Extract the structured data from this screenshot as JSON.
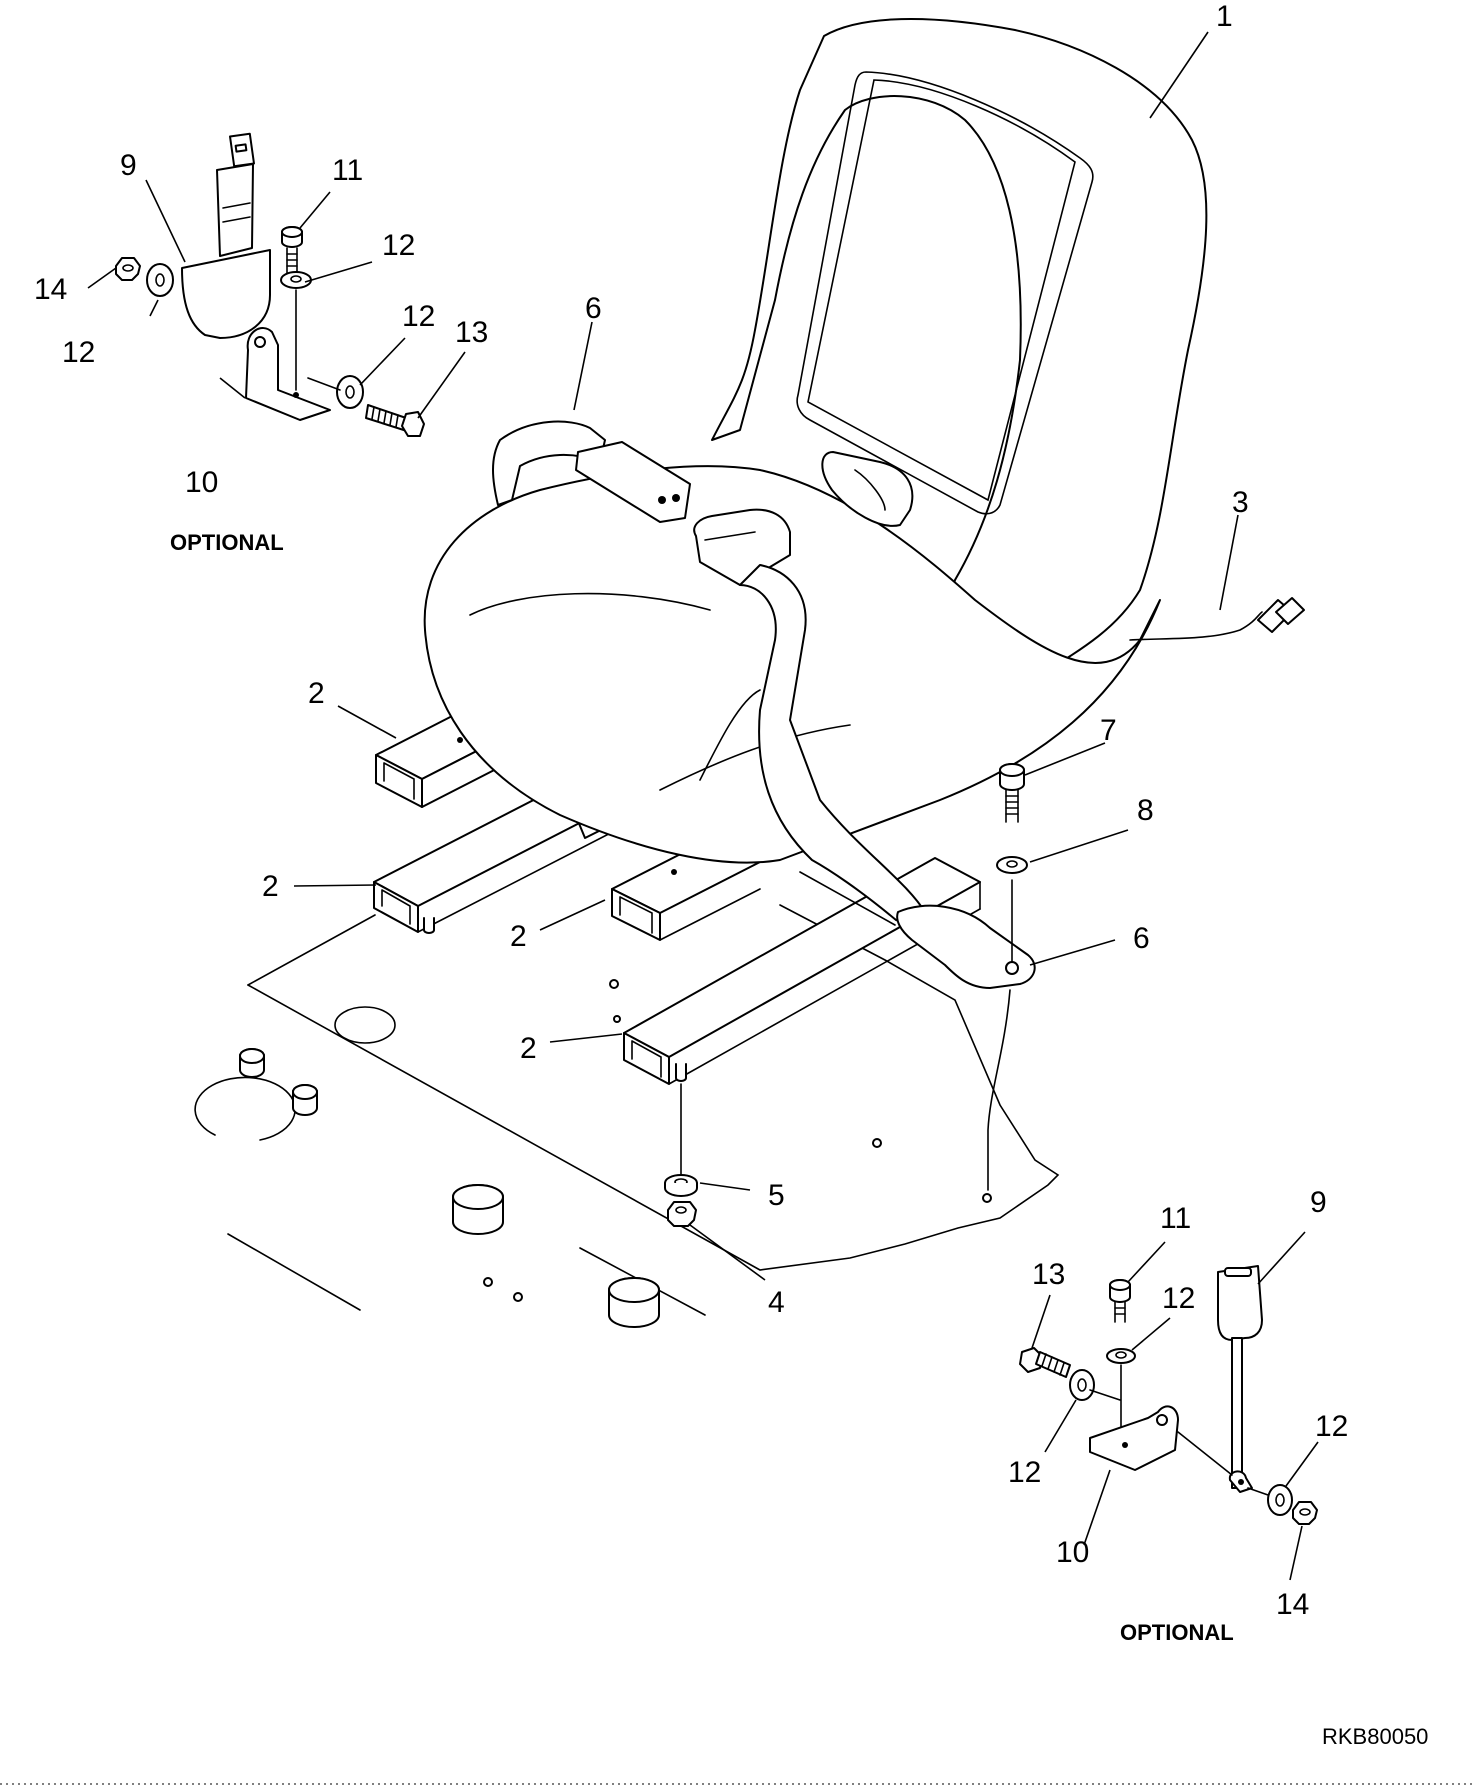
{
  "figure_code": "RKB80050",
  "captions": {
    "optional_top": "OPTIONAL",
    "optional_bottom": "OPTIONAL"
  },
  "callouts": {
    "seat": "1",
    "rail_upper_left": "2",
    "rail_left": "2",
    "rail_middle": "2",
    "rail_right": "2",
    "harness": "3",
    "nut_main": "4",
    "washer_main": "5",
    "belt_top": "6",
    "belt_anchor": "6",
    "bolt_anchor": "7",
    "washer_anchor": "8",
    "buckle_top": "9",
    "bracket_top": "10",
    "bolt_top": "11",
    "washer_top_bolt": "12",
    "washer_top_side": "12",
    "washer_top_left": "12",
    "screw_top": "13",
    "nut_top": "14",
    "buckle_bottom": "9",
    "bolt_bottom": "11",
    "washer_bottom_bolt": "12",
    "screw_bottom": "13",
    "washer_bottom_left": "12",
    "washer_bottom_right": "12",
    "bracket_bottom": "10",
    "nut_bottom": "14"
  }
}
